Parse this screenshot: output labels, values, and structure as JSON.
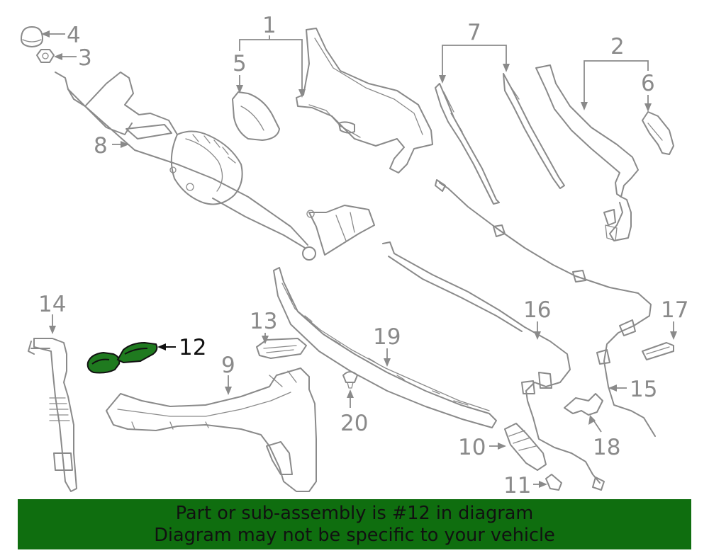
{
  "diagram": {
    "highlighted_part": "12",
    "highlight_color": "#1f7a1f",
    "banner_color": "#0f6e0f",
    "callouts": {
      "c1": "1",
      "c2": "2",
      "c3": "3",
      "c4": "4",
      "c5": "5",
      "c6": "6",
      "c7": "7",
      "c8": "8",
      "c9": "9",
      "c10": "10",
      "c11": "11",
      "c12": "12",
      "c13": "13",
      "c14": "14",
      "c15": "15",
      "c16": "16",
      "c17": "17",
      "c18": "18",
      "c19": "19",
      "c20": "20"
    }
  },
  "banner": {
    "line1": "Part or sub-assembly is #12 in diagram",
    "line2": "Diagram may not be specific to your vehicle"
  }
}
